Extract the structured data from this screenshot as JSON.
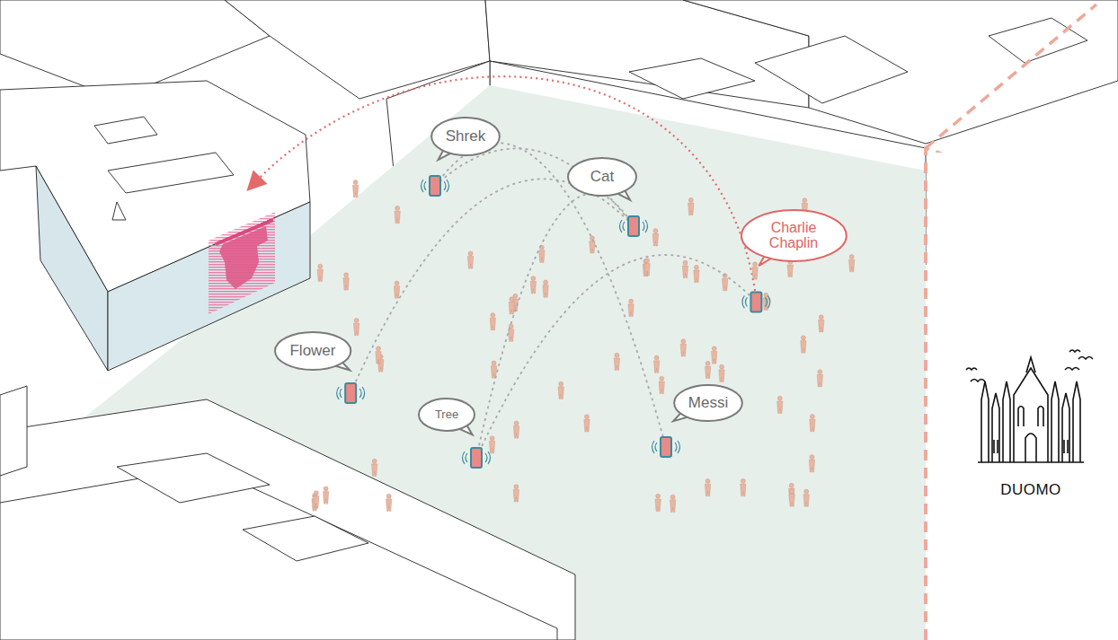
{
  "diagram": {
    "nodes": [
      {
        "text": [
          "Shrek"
        ]
      },
      {
        "text": [
          "Cat"
        ]
      },
      {
        "text": [
          "Charlie Chaplin"
        ]
      },
      {
        "text": [
          "Flower"
        ]
      },
      {
        "text": [
          "Tree"
        ]
      },
      {
        "text": [
          "Messi"
        ]
      }
    ],
    "edges": [
      {
        "from": 0,
        "to": 5,
        "arrow": "none"
      },
      {
        "from": 0,
        "to": 1,
        "arrow": "none"
      },
      {
        "from": 3,
        "to": 1,
        "arrow": "none"
      },
      {
        "from": 4,
        "to": 1,
        "arrow": "none"
      },
      {
        "from": 4,
        "to": 2,
        "arrow": "none"
      }
    ],
    "labels": [
      "DUOMO"
    ]
  }
}
